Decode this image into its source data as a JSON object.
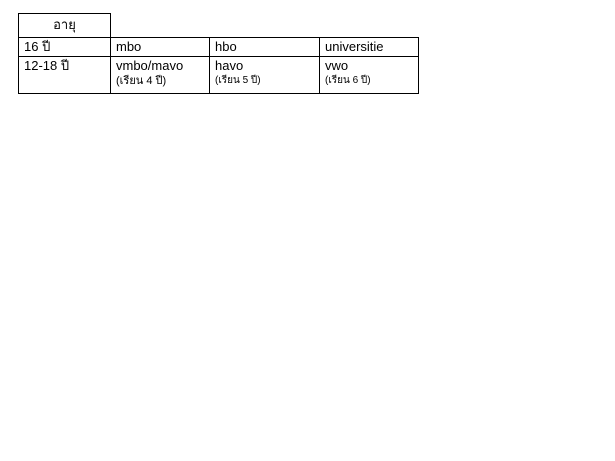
{
  "table": {
    "header": "อายุ",
    "rows": [
      {
        "age": "16 ปี",
        "cells": [
          "mbo",
          "hbo",
          "universitie"
        ]
      },
      {
        "age": "12-18 ปี",
        "cells": [
          "vmbo/mavo",
          "havo",
          "vwo"
        ],
        "notes": [
          "(เรียน 4 ปี)",
          "(เรียน 5 ปี)",
          "(เรียน 6 ปี)"
        ]
      }
    ]
  }
}
